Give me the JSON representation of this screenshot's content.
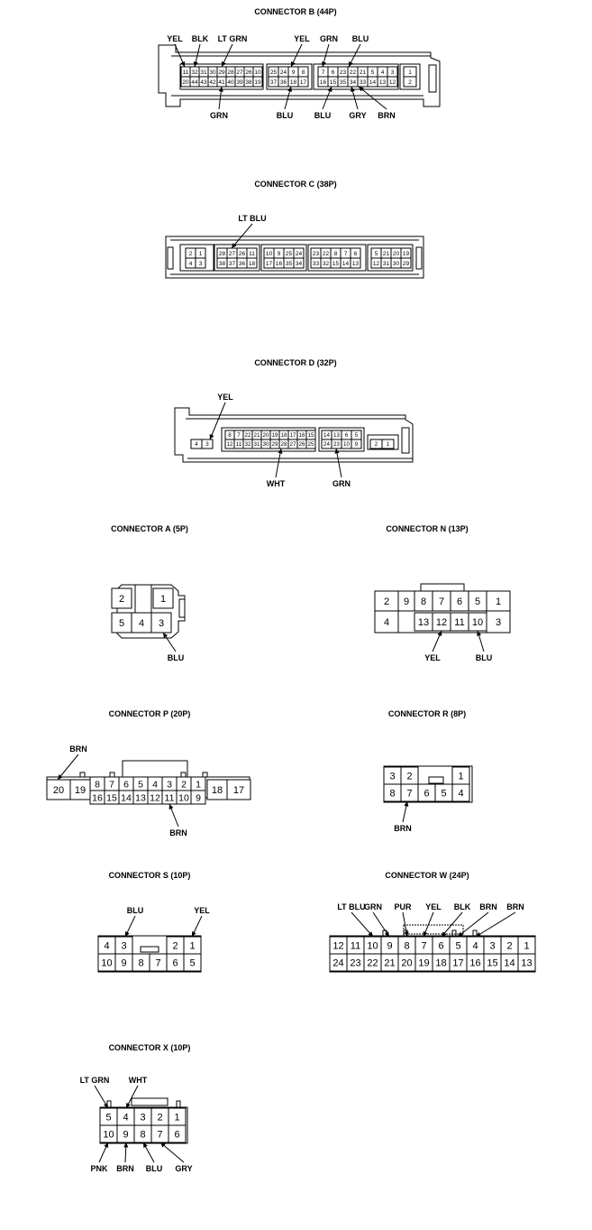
{
  "connectors": [
    {
      "id": "B",
      "title": "CONNECTOR B (44P)",
      "rows": [
        [
          "11",
          "32",
          "31",
          "30",
          "29",
          "28",
          "27",
          "26",
          "10",
          "25",
          "24",
          "9",
          "8",
          "7",
          "6",
          "23",
          "22",
          "21",
          "5",
          "4",
          "3",
          "1"
        ],
        [
          "20",
          "44",
          "43",
          "42",
          "41",
          "40",
          "39",
          "38",
          "19",
          "37",
          "36",
          "18",
          "17",
          "16",
          "15",
          "35",
          "34",
          "33",
          "14",
          "13",
          "12",
          "2"
        ]
      ],
      "wires": [
        {
          "pin": "11",
          "color": "YEL"
        },
        {
          "pin": "32",
          "color": "BLK"
        },
        {
          "pin": "29",
          "color": "LT GRN"
        },
        {
          "pin": "9",
          "color": "YEL"
        },
        {
          "pin": "7",
          "color": "GRN"
        },
        {
          "pin": "22",
          "color": "BLU"
        },
        {
          "pin": "41",
          "color": "GRN"
        },
        {
          "pin": "18",
          "color": "BLU"
        },
        {
          "pin": "15",
          "color": "BLU"
        },
        {
          "pin": "34",
          "color": "GRY"
        },
        {
          "pin": "33",
          "color": "BRN"
        }
      ]
    },
    {
      "id": "C",
      "title": "CONNECTOR C (38P)",
      "rows": [
        [
          "2",
          "1",
          "28",
          "27",
          "26",
          "11",
          "10",
          "9",
          "25",
          "24",
          "23",
          "22",
          "8",
          "7",
          "6",
          "5",
          "21",
          "20",
          "19"
        ],
        [
          "4",
          "3",
          "38",
          "37",
          "36",
          "18",
          "17",
          "16",
          "35",
          "34",
          "33",
          "32",
          "15",
          "14",
          "13",
          "12",
          "31",
          "30",
          "29"
        ]
      ],
      "wires": [
        {
          "pin": "27",
          "color": "LT BLU"
        }
      ]
    },
    {
      "id": "D",
      "title": "CONNECTOR D (32P)",
      "rows": [
        [
          "8",
          "7",
          "22",
          "21",
          "20",
          "19",
          "18",
          "17",
          "16",
          "15",
          "14",
          "13",
          "6",
          "5"
        ],
        [
          "4",
          "3",
          "12",
          "11",
          "32",
          "31",
          "30",
          "29",
          "28",
          "27",
          "26",
          "25",
          "24",
          "23",
          "10",
          "9",
          "2",
          "1"
        ]
      ],
      "wires": [
        {
          "pin": "3",
          "color": "YEL"
        },
        {
          "pin": "28",
          "color": "WHT"
        },
        {
          "pin": "23",
          "color": "GRN"
        }
      ]
    },
    {
      "id": "A",
      "title": "CONNECTOR A (5P)",
      "rows": [
        [
          "2",
          "1"
        ],
        [
          "5",
          "4",
          "3"
        ]
      ],
      "wires": [
        {
          "pin": "3",
          "color": "BLU"
        }
      ]
    },
    {
      "id": "N",
      "title": "CONNECTOR N (13P)",
      "rows": [
        [
          "2",
          "9",
          "8",
          "7",
          "6",
          "5",
          "1"
        ],
        [
          "4",
          "13",
          "12",
          "11",
          "10",
          "3"
        ]
      ],
      "wires": [
        {
          "pin": "12",
          "color": "YEL"
        },
        {
          "pin": "10",
          "color": "BLU"
        }
      ]
    },
    {
      "id": "P",
      "title": "CONNECTOR P (20P)",
      "rows": [
        [
          "20",
          "19",
          "8",
          "7",
          "6",
          "5",
          "4",
          "3",
          "2",
          "1",
          "18",
          "17"
        ],
        [
          "16",
          "15",
          "14",
          "13",
          "12",
          "11",
          "10",
          "9"
        ]
      ],
      "wires": [
        {
          "pin": "20",
          "color": "BRN"
        },
        {
          "pin": "11",
          "color": "BRN"
        }
      ]
    },
    {
      "id": "R",
      "title": "CONNECTOR R (8P)",
      "rows": [
        [
          "3",
          "2",
          "1"
        ],
        [
          "8",
          "7",
          "6",
          "5",
          "4"
        ]
      ],
      "wires": [
        {
          "pin": "7",
          "color": "BRN"
        }
      ]
    },
    {
      "id": "S",
      "title": "CONNECTOR S (10P)",
      "rows": [
        [
          "4",
          "3",
          "2",
          "1"
        ],
        [
          "10",
          "9",
          "8",
          "7",
          "6",
          "5"
        ]
      ],
      "wires": [
        {
          "pin": "3",
          "color": "BLU"
        },
        {
          "pin": "1",
          "color": "YEL"
        }
      ]
    },
    {
      "id": "W",
      "title": "CONNECTOR W (24P)",
      "rows": [
        [
          "12",
          "11",
          "10",
          "9",
          "8",
          "7",
          "6",
          "5",
          "4",
          "3",
          "2",
          "1"
        ],
        [
          "24",
          "23",
          "22",
          "21",
          "20",
          "19",
          "18",
          "17",
          "16",
          "15",
          "14",
          "13"
        ]
      ],
      "wires": [
        {
          "pin": "10",
          "color": "LT BLU"
        },
        {
          "pin": "9",
          "color": "GRN"
        },
        {
          "pin": "8",
          "color": "PUR"
        },
        {
          "pin": "7",
          "color": "YEL"
        },
        {
          "pin": "6",
          "color": "BLK"
        },
        {
          "pin": "5",
          "color": "BRN"
        },
        {
          "pin": "4",
          "color": "BRN"
        }
      ]
    },
    {
      "id": "X",
      "title": "CONNECTOR X (10P)",
      "rows": [
        [
          "5",
          "4",
          "3",
          "2",
          "1"
        ],
        [
          "10",
          "9",
          "8",
          "7",
          "6"
        ]
      ],
      "wires": [
        {
          "pin": "5",
          "color": "LT GRN"
        },
        {
          "pin": "4",
          "color": "WHT"
        },
        {
          "pin": "10",
          "color": "PNK"
        },
        {
          "pin": "9",
          "color": "BRN"
        },
        {
          "pin": "8",
          "color": "BLU"
        },
        {
          "pin": "7",
          "color": "GRY"
        }
      ]
    }
  ]
}
